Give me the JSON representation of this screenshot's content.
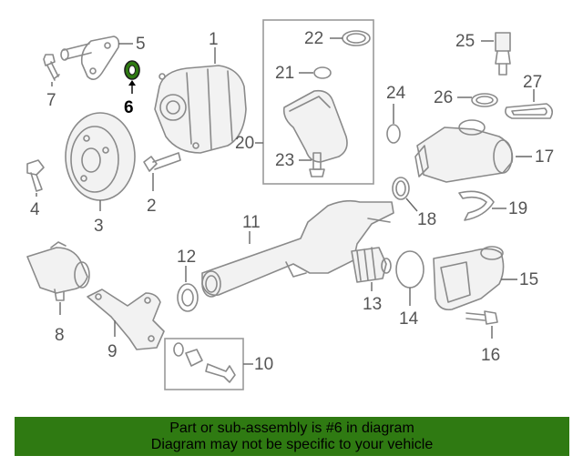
{
  "callouts": {
    "c1": "1",
    "c2": "2",
    "c3": "3",
    "c4": "4",
    "c5": "5",
    "c6": "6",
    "c7": "7",
    "c8": "8",
    "c9": "9",
    "c10": "10",
    "c11": "11",
    "c12": "12",
    "c13": "13",
    "c14": "14",
    "c15": "15",
    "c16": "16",
    "c17": "17",
    "c18": "18",
    "c19": "19",
    "c20": "20",
    "c21": "21",
    "c22": "22",
    "c23": "23",
    "c24": "24",
    "c25": "25",
    "c26": "26",
    "c27": "27"
  },
  "highlighted_part": "6",
  "colors": {
    "banner": "#2f7a12",
    "highlight": "#2f7a12",
    "line_art": "#8a8a8a"
  },
  "footer": {
    "line1": "Part or sub-assembly is #6 in diagram",
    "line2": "Diagram may not be specific to your vehicle"
  }
}
